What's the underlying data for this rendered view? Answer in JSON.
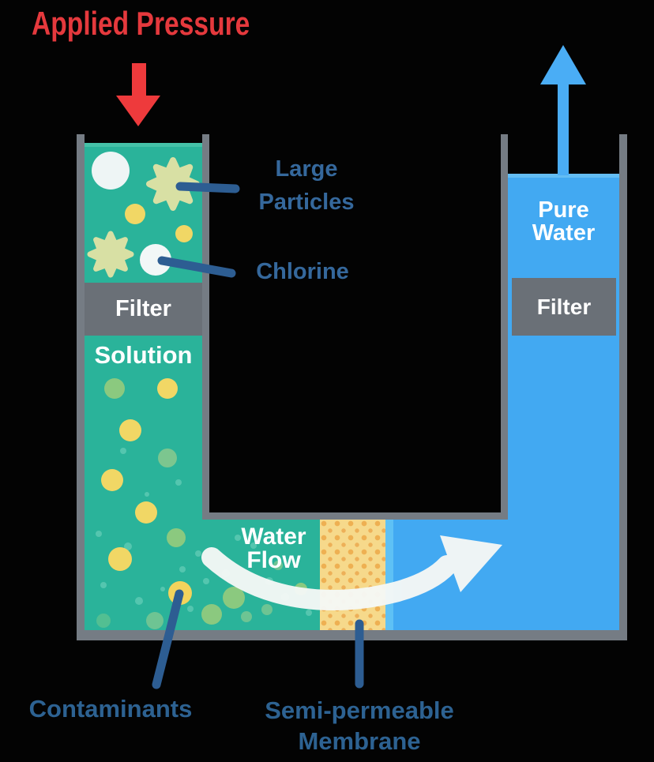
{
  "title": {
    "label": "Applied Pressure"
  },
  "left_tube": {
    "filter_label": "Filter",
    "solution_label": "Solution"
  },
  "right_tube": {
    "filter_label": "Filter",
    "pure_water_line1": "Pure",
    "pure_water_line2": "Water"
  },
  "channel": {
    "water_flow_line1": "Water",
    "water_flow_line2": "Flow"
  },
  "callouts": {
    "large_particles_line1": "Large",
    "large_particles_line2": "Particles",
    "chlorine": "Chlorine",
    "contaminants": "Contaminants",
    "membrane_line1": "Semi-permeable",
    "membrane_line2": "Membrane"
  },
  "colors": {
    "background": "#030303",
    "solution_teal": "#2ab39a",
    "pure_water_blue": "#42a9f2",
    "membrane_yellow": "#f6d98b",
    "membrane_dot_orange": "#eeb052",
    "wall_gray": "#757c84",
    "filter_gray": "#6a7077",
    "applied_pressure_red": "#e5393d",
    "callout_text_blue": "#35689c",
    "pointer_line_blue": "#2d5d92",
    "contaminant_yellow": "#f1d765",
    "contaminant_green": "#8bc97f",
    "large_particle_star": "#d8e0a4"
  }
}
